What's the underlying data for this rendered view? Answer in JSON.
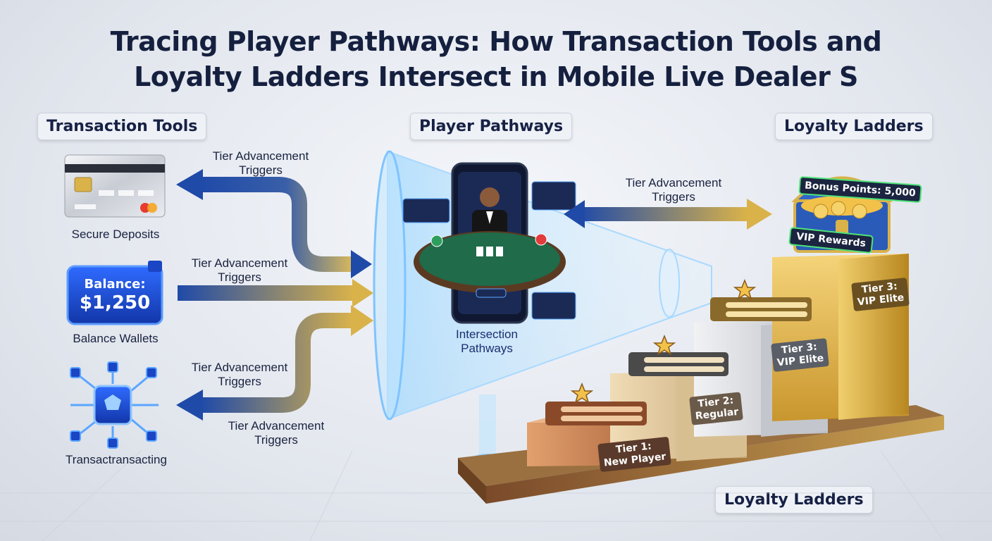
{
  "title_line1": "Tracing Player Pathways: How Transaction Tools and",
  "title_line2": "Loyalty Ladders Intersect in Mobile Live Dealer S",
  "sections": {
    "transaction_tools": "Transaction Tools",
    "player_pathways": "Player Pathways",
    "loyalty_ladders_top": "Loyalty Ladders",
    "loyalty_ladders_bottom": "Loyalty Ladders"
  },
  "tools": {
    "deposits_label": "Secure Deposits",
    "wallet_label": "Balance Wallets",
    "wallet_title": "Balance:",
    "wallet_amount": "$1,250",
    "transact_label": "Transactransacting"
  },
  "triggers": {
    "t1_line1": "Tier Advancement",
    "t1_line2": "Triggers",
    "t2_line1": "Tier Advancement",
    "t2_line2": "Triggers",
    "t3_line1": "Tier Advancement",
    "t3_line2": "Triggers",
    "t4_line1": "Tier Advancement",
    "t4_line2": "Triggers",
    "t5_line1": "Tier Advancement",
    "t5_line2": "Triggers"
  },
  "intersection": {
    "line1": "Intersection",
    "line2": "Pathways"
  },
  "chest": {
    "bonus": "Bonus Points: 5,000",
    "vip": "VIP Rewards"
  },
  "tiers": {
    "t1_line1": "Tier 1:",
    "t1_line2": "New Player",
    "t2_line1": "Tier 2:",
    "t2_line2": "Regular",
    "t3_line1": "Tier 3:",
    "t3_line2": "VIP Elite",
    "t4_line1": "Tier 3:",
    "t4_line2": "VIP Elite"
  },
  "colors": {
    "navy": "#15203f",
    "blue_arrow": "#1f4aa8",
    "gold_arrow": "#d9b24a",
    "bronze": "#c07a4a",
    "silver": "#d5d7dc",
    "gold": "#e8c25a",
    "table_green": "#1f6b4a"
  }
}
